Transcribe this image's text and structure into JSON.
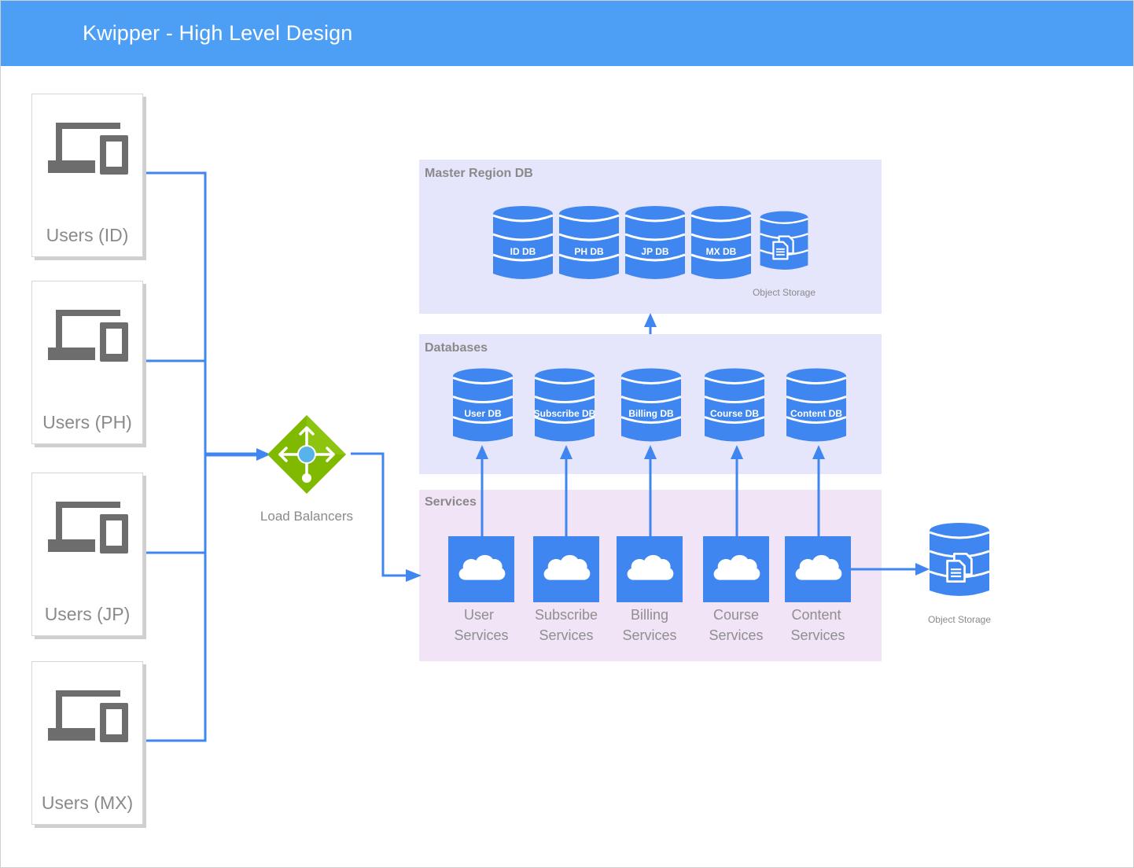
{
  "header": {
    "title": "Kwipper - High Level Design"
  },
  "colors": {
    "header": "#4d9ff5",
    "connector": "#3f86f0",
    "db_blue": "#3f86f0",
    "master_region_bg": "#e5e5fc",
    "databases_bg": "#e5e5fc",
    "services_bg": "#f1e4f6",
    "load_balancer": "#7fba00"
  },
  "users": [
    {
      "label": "Users (ID)",
      "icon": "laptop-phone-icon"
    },
    {
      "label": "Users (PH)",
      "icon": "laptop-phone-icon"
    },
    {
      "label": "Users (JP)",
      "icon": "laptop-phone-icon"
    },
    {
      "label": "Users (MX)",
      "icon": "laptop-phone-icon"
    }
  ],
  "load_balancer": {
    "label": "Load Balancers",
    "icon": "load-balancer-icon"
  },
  "master_region": {
    "title": "Master Region DB",
    "databases": [
      "ID DB",
      "PH DB",
      "JP DB",
      "MX DB"
    ],
    "object_storage_label": "Object Storage"
  },
  "databases": {
    "title": "Databases",
    "items": [
      "User DB",
      "Subscribe DB",
      "Billing DB",
      "Course DB",
      "Content DB"
    ]
  },
  "services": {
    "title": "Services",
    "items": [
      {
        "line1": "User",
        "line2": "Services",
        "icon": "cloud-icon"
      },
      {
        "line1": "Subscribe",
        "line2": "Services",
        "icon": "cloud-icon"
      },
      {
        "line1": "Billing",
        "line2": "Services",
        "icon": "cloud-icon"
      },
      {
        "line1": "Course",
        "line2": "Services",
        "icon": "cloud-icon"
      },
      {
        "line1": "Content",
        "line2": "Services",
        "icon": "cloud-icon"
      }
    ]
  },
  "object_storage": {
    "label": "Object Storage",
    "icon": "object-storage-icon"
  }
}
